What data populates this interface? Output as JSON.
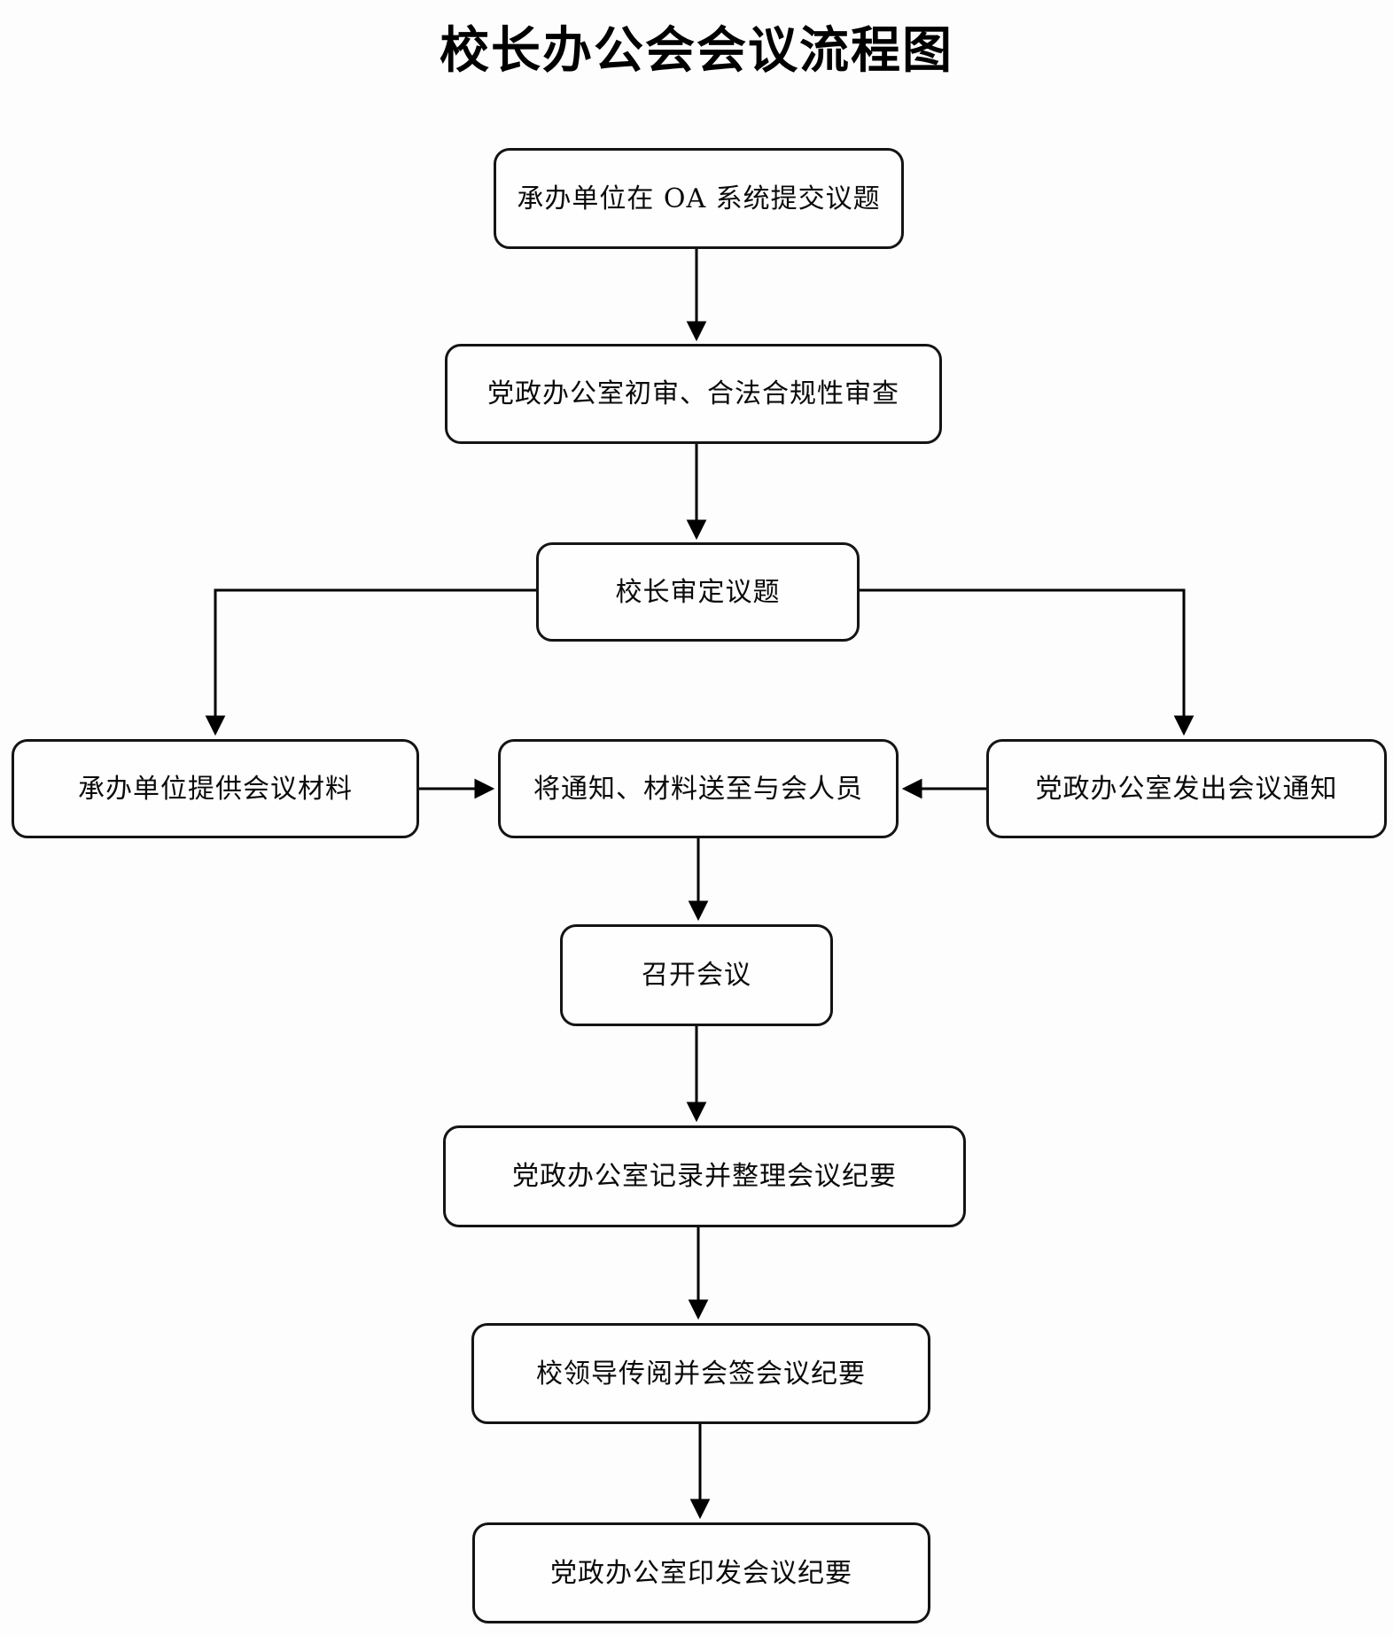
{
  "title": "校长办公会会议流程图",
  "colors": {
    "background": "#fdfdfd",
    "box_border": "#141414",
    "box_fill": "#fefefe",
    "line": "#000000",
    "text": "#000000"
  },
  "flowchart": {
    "nodes": [
      {
        "id": "submit",
        "label": "承办单位在 OA 系统提交议题"
      },
      {
        "id": "review",
        "label": "党政办公室初审、合法合规性审查"
      },
      {
        "id": "president",
        "label": "校长审定议题"
      },
      {
        "id": "materials",
        "label": "承办单位提供会议材料"
      },
      {
        "id": "deliver",
        "label": "将通知、材料送至与会人员"
      },
      {
        "id": "notice",
        "label": "党政办公室发出会议通知"
      },
      {
        "id": "meeting",
        "label": "召开会议"
      },
      {
        "id": "record",
        "label": "党政办公室记录并整理会议纪要"
      },
      {
        "id": "circulate",
        "label": "校领导传阅并会签会议纪要"
      },
      {
        "id": "print",
        "label": "党政办公室印发会议纪要"
      }
    ],
    "edges": [
      {
        "from": "submit",
        "to": "review"
      },
      {
        "from": "review",
        "to": "president"
      },
      {
        "from": "president",
        "to": "materials"
      },
      {
        "from": "president",
        "to": "notice"
      },
      {
        "from": "materials",
        "to": "deliver"
      },
      {
        "from": "notice",
        "to": "deliver"
      },
      {
        "from": "deliver",
        "to": "meeting"
      },
      {
        "from": "meeting",
        "to": "record"
      },
      {
        "from": "record",
        "to": "circulate"
      },
      {
        "from": "circulate",
        "to": "print"
      }
    ]
  }
}
